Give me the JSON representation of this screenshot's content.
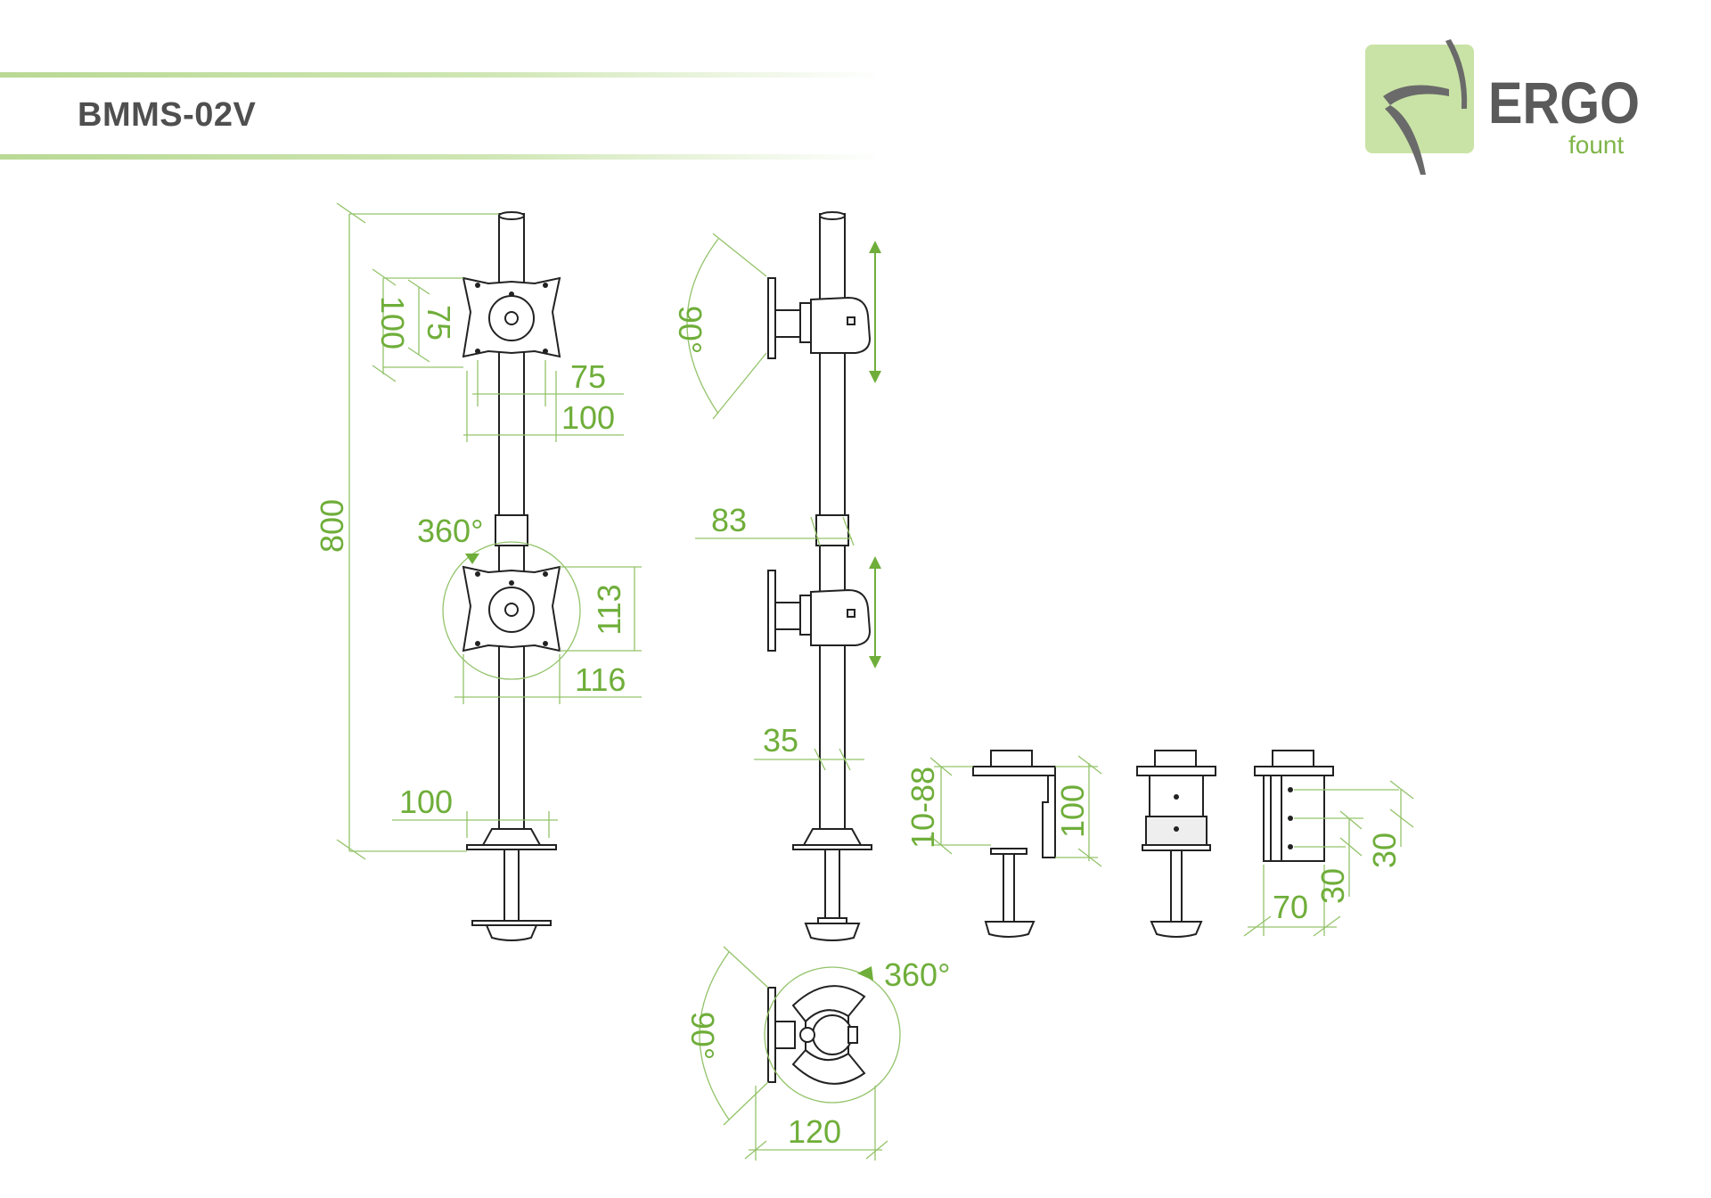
{
  "header": {
    "model": "BMMS-02V"
  },
  "logo": {
    "brand": "ERGO",
    "sub": "fount",
    "icon": "ergofount-swoosh-icon",
    "colors": {
      "badge": "#c9e3a6",
      "text": "#5a5a5a",
      "sub": "#7fb548"
    }
  },
  "colors": {
    "dimension": "#6fae3a",
    "outline": "#222222",
    "rule": "#b9d994"
  },
  "dimensions": {
    "front": {
      "height": "800",
      "vesa_outer_v": "100",
      "vesa_inner_v": "75",
      "vesa_inner_h": "75",
      "vesa_outer_h": "100",
      "rotation": "360°",
      "plate_h": "113",
      "plate_w": "116",
      "base_w": "100"
    },
    "side": {
      "tilt": "90°",
      "offset": "83",
      "pole_d": "35"
    },
    "top": {
      "tilt": "90°",
      "rotation": "360°",
      "width": "120"
    },
    "clamps": {
      "desk_range": "10-88",
      "clamp_h": "100",
      "grommet_w": "70",
      "hole_step1": "30",
      "hole_step2": "30"
    }
  }
}
